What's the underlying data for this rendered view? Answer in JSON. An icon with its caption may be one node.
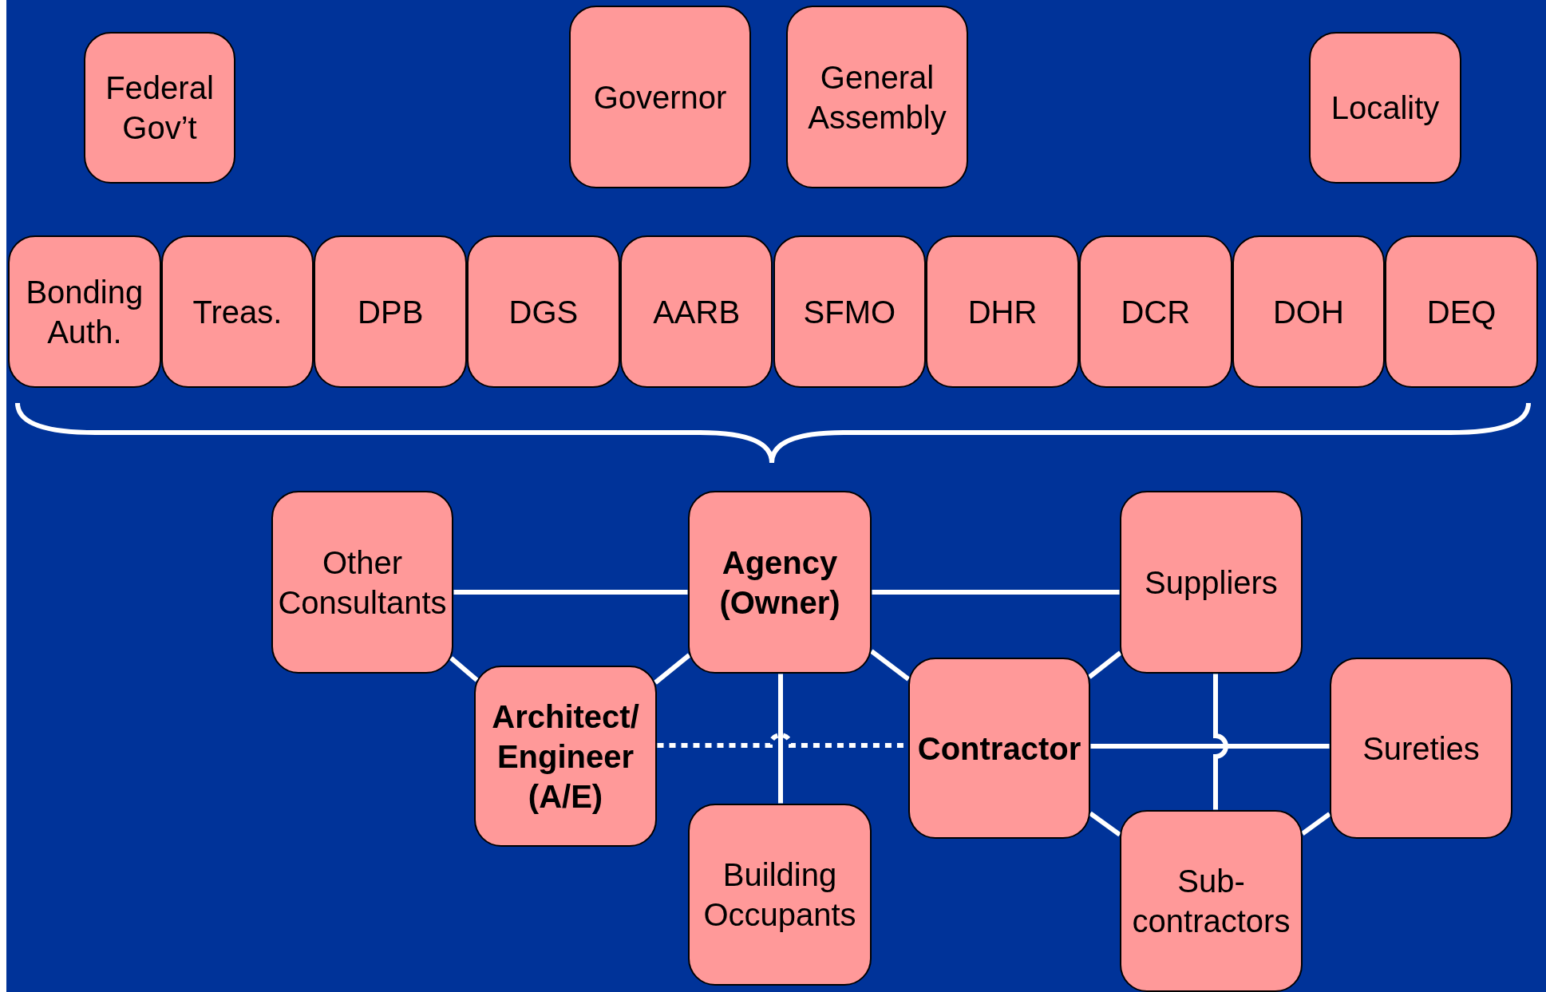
{
  "diagram": {
    "nodes": [
      {
        "text": [
          "Federal Gov’t"
        ]
      },
      {
        "text": [
          "Governor"
        ]
      },
      {
        "text": [
          "General Assembly"
        ]
      },
      {
        "text": [
          "Locality"
        ]
      },
      {
        "text": [
          "Bonding Auth."
        ]
      },
      {
        "text": [
          "Treas."
        ]
      },
      {
        "text": [
          "DPB"
        ]
      },
      {
        "text": [
          "DGS"
        ]
      },
      {
        "text": [
          "AARB"
        ]
      },
      {
        "text": [
          "SFMO"
        ]
      },
      {
        "text": [
          "DHR"
        ]
      },
      {
        "text": [
          "DCR"
        ]
      },
      {
        "text": [
          "DOH"
        ]
      },
      {
        "text": [
          "DEQ"
        ]
      },
      {
        "text": [
          "Other Consultants"
        ]
      },
      {
        "text": [
          "Agency (Owner)"
        ]
      },
      {
        "text": [
          "Suppliers"
        ]
      },
      {
        "text": [
          "Architect/ Engineer (A/E)"
        ]
      },
      {
        "text": [
          "Contractor"
        ]
      },
      {
        "text": [
          "Sureties"
        ]
      },
      {
        "text": [
          "Building Occupants"
        ]
      },
      {
        "text": [
          "Sub-contractors"
        ]
      }
    ],
    "edges": [
      {
        "from": 14,
        "to": 15,
        "arrow": "none"
      },
      {
        "from": 15,
        "to": 16,
        "arrow": "none"
      },
      {
        "from": 14,
        "to": 17,
        "arrow": "none"
      },
      {
        "from": 17,
        "to": 15,
        "arrow": "none"
      },
      {
        "from": 15,
        "to": 18,
        "arrow": "none"
      },
      {
        "from": 15,
        "to": 20,
        "arrow": "none"
      },
      {
        "from": 17,
        "to": 18,
        "arrow": "none",
        "style": "dashed"
      },
      {
        "from": 18,
        "to": 16,
        "arrow": "none"
      },
      {
        "from": 18,
        "to": 19,
        "arrow": "none"
      },
      {
        "from": 16,
        "to": 21,
        "arrow": "none"
      },
      {
        "from": 18,
        "to": 21,
        "arrow": "none"
      },
      {
        "from": 21,
        "to": 19,
        "arrow": "none"
      }
    ]
  }
}
